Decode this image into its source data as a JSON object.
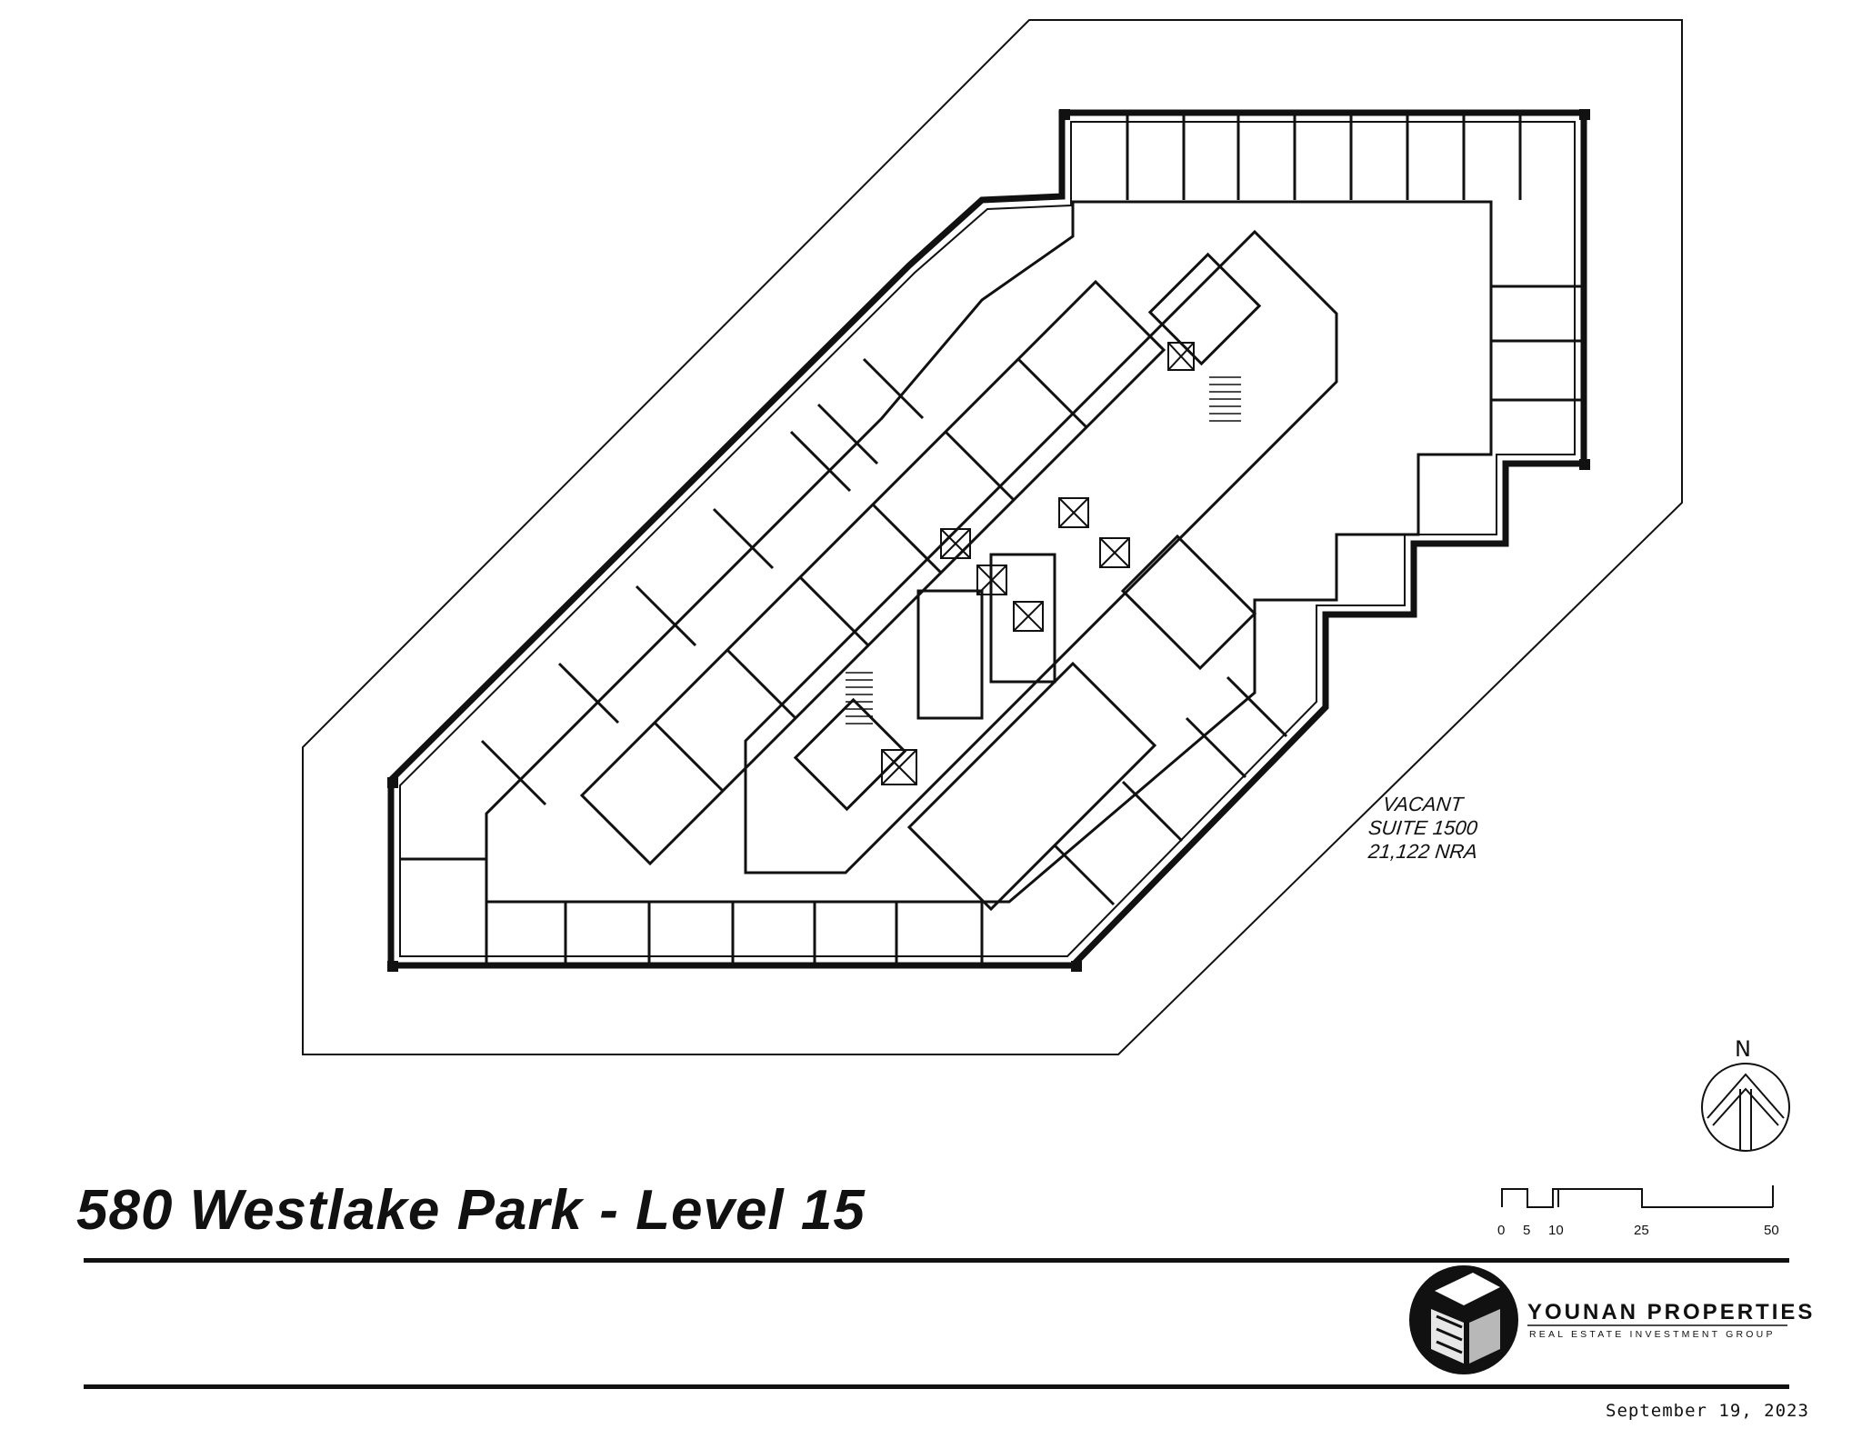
{
  "title": "580 Westlake Park - Level 15",
  "suite": {
    "status": "VACANT",
    "name": "SUITE 1500",
    "area": "21,122 NRA"
  },
  "north": "N",
  "scale": {
    "ticks": [
      "0",
      "5",
      "10",
      "25",
      "50"
    ]
  },
  "brand": {
    "name": "YOUNAN PROPERTIES",
    "tagline": "REAL ESTATE INVESTMENT GROUP"
  },
  "date": "September 19, 2023",
  "colors": {
    "ink": "#111111",
    "paper": "#ffffff"
  }
}
